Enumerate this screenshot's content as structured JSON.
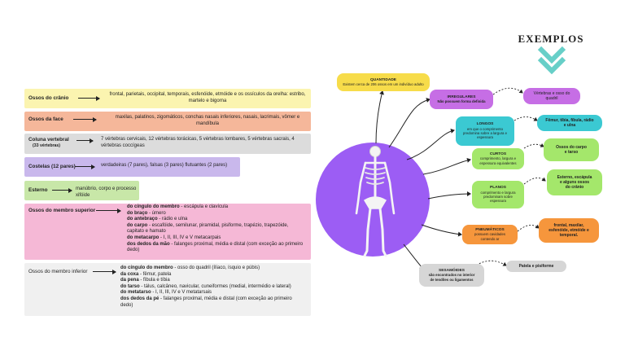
{
  "title": "EXEMPLOS",
  "bones": [
    {
      "label": "Ossos do crânio",
      "lines": [
        "frontal, parietais, occipital, temporais, esfenóide, etmóide e os ossículos da orelha: estribo,",
        "martelo e bigorna"
      ]
    },
    {
      "label": "Ossos da face",
      "lines": [
        "maxilas, palatinos, zigomáticos, conchas nasais inferiores, nasais, lacrimais, vômer e",
        "mandíbula"
      ]
    },
    {
      "label": "Coluna vertebral",
      "sublabel": "(33 vértebras)",
      "lines": [
        "7 vértebras cervicais, 12 vértebras torácicas, 5 vértebras lombares, 5 vértebras sacrais, 4",
        "vértebras coccígeas"
      ]
    },
    {
      "label": "Costelas (12 pares)",
      "lines": [
        "verdadeiras (7 pares), falsas (3 pares) flutuantes (2 pares)"
      ]
    },
    {
      "label": "Esterno",
      "lines": [
        "manúbrio, corpo e processo xifóide"
      ]
    }
  ],
  "upper": {
    "label": "Ossos do membro superior",
    "items": [
      {
        "b": "do cíngulo do membro",
        "t": " - escápula e clavícula"
      },
      {
        "b": "do braço",
        "t": " - úmero"
      },
      {
        "b": "do antebraço",
        "t": " - rádio e ulna"
      },
      {
        "b": "do carpo",
        "t": " - escafóide, semilunar, piramidal, pisiforme, trapézio, trapezóide,"
      },
      {
        "b": "",
        "t": "capitato e hamato"
      },
      {
        "b": "do metacarpo",
        "t": " - I, II, III, IV e V metacarpais"
      },
      {
        "b": "dos dedos da mão",
        "t": " - falanges proximal, média e distal (com exceção ao primeiro"
      },
      {
        "b": "",
        "t": "dedo)"
      }
    ]
  },
  "lower": {
    "label": "Ossos do membro inferior",
    "items": [
      {
        "b": "do cíngulo do membro",
        "t": " - osso do quadril (ílíaco, ísquio e púbis)"
      },
      {
        "b": "da coxa",
        "t": " - fêmur, patela"
      },
      {
        "b": "da pena",
        "t": " - fíbula e tíbia"
      },
      {
        "b": "do tarso",
        "t": " - tálus, calcâneo, navicular, cuneiformes (medial, intermédio e lateral)"
      },
      {
        "b": "do metatarso",
        "t": " - I, II, III, IV e V metatarsais"
      },
      {
        "b": "dos dedos da pé",
        "t": " - falanges proximal, média e distal (com exceção ao primeiro"
      },
      {
        "b": "",
        "t": "dedo)"
      }
    ]
  },
  "types": {
    "quantidade": {
      "title": "QUANTIDADE",
      "desc": "Existem cerca de 206 ossos em um indivíduo adulto"
    },
    "irregulares": {
      "title": "IRREGULARES",
      "desc": "Não possuem forma definida"
    },
    "longos": {
      "title": "LONGOS",
      "desc": [
        "em que o comprimento",
        "predomina sobre a largura e",
        "espessura"
      ]
    },
    "curtos": {
      "title": "CURTOS",
      "desc": [
        "comprimento, largura e",
        "espessura equivalentes"
      ]
    },
    "planos": {
      "title": "PLANOS",
      "desc": [
        "comprimento e largura",
        "predominam sobre",
        "espessura"
      ]
    },
    "pneumaticos": {
      "title": "PNEUMÁTICOS",
      "desc": [
        "possuem cavidades",
        "contendo ar"
      ]
    },
    "sesamoides": {
      "title": "SESAMÓIDES",
      "desc": [
        "são encontrados no interior",
        "de tendões ou ligamentos"
      ]
    }
  },
  "examples": {
    "irregulares": [
      "Vértebras e osso do",
      "quadril"
    ],
    "longos": [
      "Fêmur, tíbia, fíbula, rádio",
      "e ulna"
    ],
    "curtos": [
      "Ossos do carpo",
      "e tarso"
    ],
    "planos": [
      "Esterno, escápula",
      "e alguns ossos",
      "do crânio"
    ],
    "pneumaticos": [
      "frontal, maxilar,",
      "esfenóide, etmóide e",
      "temporal."
    ],
    "sesamoides": [
      "Patela e pisiforme"
    ]
  },
  "colors": {
    "cranio": "#fbf4b0",
    "face": "#f5b79a",
    "coluna": "#dcdcdc",
    "costelas": "#c9b8ec",
    "esterno": "#c8e7a8",
    "superior": "#f5b8d6",
    "inferior": "#f0f0f0",
    "circle": "#9c5df4",
    "quantidade": "#f7dc4a",
    "irregulares": "#c66ee5",
    "longos": "#3bc9d2",
    "curtos": "#a4e76b",
    "pneumaticos": "#f6963c",
    "sesamoides": "#d6d6d6",
    "chevron": "#67cfc8"
  }
}
